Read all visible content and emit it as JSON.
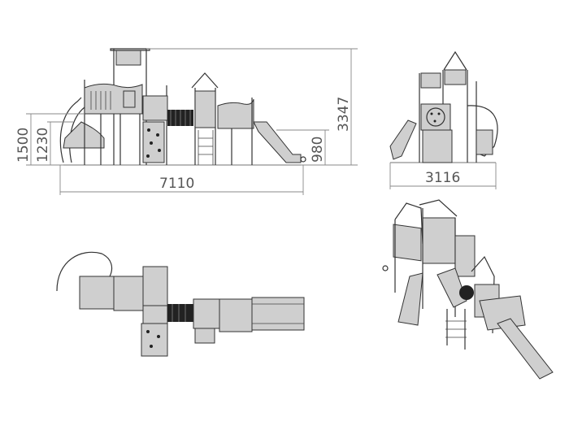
{
  "dimensions": {
    "front_width": "7110",
    "front_height_total": "3347",
    "front_height_1500": "1500",
    "front_height_1230": "1230",
    "front_height_980": "980",
    "side_width": "3116"
  },
  "colors": {
    "line": "#333333",
    "dimension": "#888888",
    "panel_fill": "#cfcfcf"
  }
}
